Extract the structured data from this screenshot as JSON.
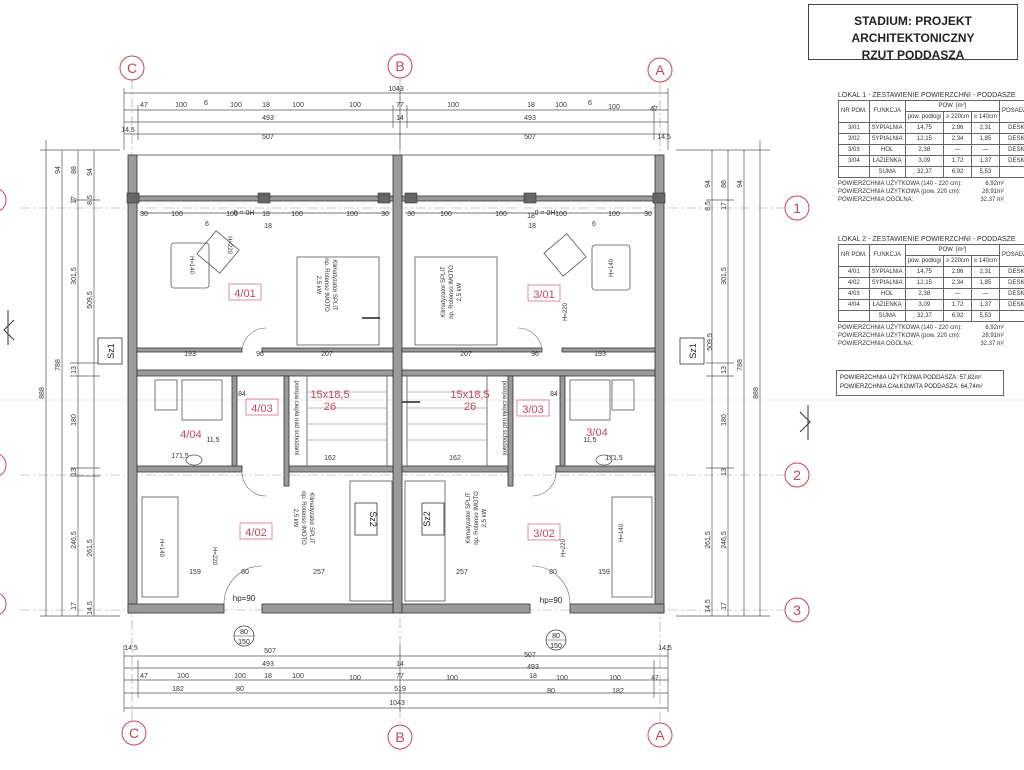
{
  "title": {
    "line1": "STADIUM: PROJEKT ARCHITEKTONICZNY",
    "line2": "RZUT PODDASZA"
  },
  "axes": {
    "letters": [
      "C",
      "B",
      "A"
    ],
    "numbers": [
      "1",
      "2",
      "3"
    ]
  },
  "dimensions": {
    "top_total": "1043",
    "top_chain": [
      "47",
      "100",
      "6",
      "100",
      "18",
      "100",
      "100",
      "77",
      "100",
      "18",
      "100",
      "6",
      "100",
      "47"
    ],
    "top_493_left": "493",
    "top_493_right": "493",
    "top_14_mid": "14",
    "top_145_left": "14,5",
    "top_145_right": "14,5",
    "top_507_left": "507",
    "top_507_right": "507",
    "bottom_total": "1043",
    "bottom_507_left": "507",
    "bottom_507_right": "507",
    "bottom_493_left": "493",
    "bottom_493_right": "493",
    "bottom_14": "14",
    "bottom_chain": [
      "47",
      "100",
      "100",
      "18",
      "100",
      "100",
      "77",
      "100",
      "18",
      "100",
      "100",
      "47"
    ],
    "bottom_182_left": "182",
    "bottom_80_left": "80",
    "bottom_519": "519",
    "bottom_80_right": "80",
    "bottom_182_right": "182",
    "left_888": "888",
    "left_788": "788",
    "left_5095": "509,5",
    "left_3015": "301,5",
    "left_94": "94",
    "left_88": "88",
    "left_180": "180",
    "left_2615": "261,5",
    "left_2465": "246,5",
    "right_888": "888",
    "right_788": "788",
    "right_5095": "509,5",
    "right_3015": "301,5",
    "right_94": "94",
    "right_88": "88",
    "right_180": "180",
    "right_2615": "261,5",
    "right_2465": "246,5",
    "v13": "13",
    "v17": "17",
    "v85": "8,5",
    "v145": "14,5",
    "inner_30": "30",
    "inner_100": "100",
    "inner_18": "18",
    "inner_6": "6",
    "h193": "193",
    "h207": "207",
    "h257": "257",
    "h159": "159",
    "h80": "80",
    "h162": "162",
    "h115": "11,5",
    "h1715": "171,5",
    "h96": "96",
    "h84": "84",
    "elev0": "0 = 0H",
    "hp": "hp=90",
    "door_80": "80",
    "door_150": "150"
  },
  "rooms": {
    "r401": "4/01",
    "r402": "4/02",
    "r403": "4/03",
    "r404": "4/04",
    "r301": "3/01",
    "r302": "3/02",
    "r303": "3/03",
    "r304": "3/04",
    "stairs": "15x18,5",
    "steps": "26",
    "sz1": "Sz1",
    "sz2": "Sz2",
    "h140": "H=140",
    "h220": "H=220",
    "klima_top_1": "Klimatyzator SPLIT",
    "klima_top_2": "np. Rotenso IMOTO",
    "klima_top_3": "2,5 kW",
    "wall_note_left": "pompa ciepła nad schodami",
    "wall_note_right": "pompa ciepła nad schodami"
  },
  "table1": {
    "caption": "LOKAL 1 - ZESTAWIENIE POWIERZCHNI - PODDASZE",
    "headers": {
      "nr": "NR POM.",
      "funkcja": "FUNKCJA",
      "pow": "POW. [m²]",
      "pow_sub1": "pow. podłogi",
      "pow_sub2": "≥ 220cm",
      "pow_sub3": "≥ 140cm",
      "posadzka": "POSADZKA"
    },
    "rows": [
      [
        "3/01",
        "SYPIALNIA",
        "14,75",
        "2,86",
        "2,31",
        "DESKA"
      ],
      [
        "3/02",
        "SYPIALNIA",
        "12,15",
        "2,34",
        "1,85",
        "DESKA"
      ],
      [
        "3/03",
        "HOL",
        "2,38",
        "—",
        "—",
        "DESKA"
      ],
      [
        "3/04",
        "ŁAZIENKA",
        "3,09",
        "1,72",
        "1,37",
        "DESKA"
      ]
    ],
    "sum_label": "SUMA",
    "sum": [
      "32,37",
      "6,92",
      "5,53"
    ],
    "totals": [
      {
        "label": "POWIERZCHNIA UŻYTKOWA (140 - 220 cm):",
        "value": "6,92m²"
      },
      {
        "label": "POWIERZCHNIA UŻYTKOWA (pow. 220 cm):",
        "value": "28,91m²"
      },
      {
        "label": "POWIERZCHNIA OGÓLNA:",
        "value": "32,37 m²"
      }
    ]
  },
  "table2": {
    "caption": "LOKAL 2 - ZESTAWIENIE POWIERZCHNI - PODDASZE",
    "headers": {
      "nr": "NR POM.",
      "funkcja": "FUNKCJA",
      "pow": "POW. [m²]",
      "pow_sub1": "pow. podłogi",
      "pow_sub2": "≥ 220cm",
      "pow_sub3": "≥ 140cm",
      "posadzka": "POSADZKA"
    },
    "rows": [
      [
        "4/01",
        "SYPIALNIA",
        "14,75",
        "2,86",
        "2,31",
        "DESKA"
      ],
      [
        "4/02",
        "SYPIALNIA",
        "12,15",
        "2,34",
        "1,85",
        "DESKA"
      ],
      [
        "4/03",
        "HOL",
        "2,38",
        "—",
        "—",
        "DESKA"
      ],
      [
        "4/04",
        "ŁAZIENKA",
        "3,09",
        "1,72",
        "1,37",
        "DESKA"
      ]
    ],
    "sum_label": "SUMA",
    "sum": [
      "32,37",
      "6,92",
      "5,53"
    ],
    "totals": [
      {
        "label": "POWIERZCHNIA UŻYTKOWA (140 - 220 cm):",
        "value": "6,92m²"
      },
      {
        "label": "POWIERZCHNIA UŻYTKOWA (pow. 220 cm):",
        "value": "28,91m²"
      },
      {
        "label": "POWIERZCHNIA OGÓLNA:",
        "value": "32,37 m²"
      }
    ]
  },
  "summary": {
    "uzytkowa": "POWIERZCHNIA UŻYTKOWA PODDASZA: 57,82m²",
    "calkowita": "POWIERZCHNIA CAŁKOWITA PODDASZA: 64,74m²"
  },
  "colors": {
    "line": "#333333",
    "wall_fill": "#9a9a9a",
    "room_label": "#c0475a",
    "dim": "#555555"
  }
}
